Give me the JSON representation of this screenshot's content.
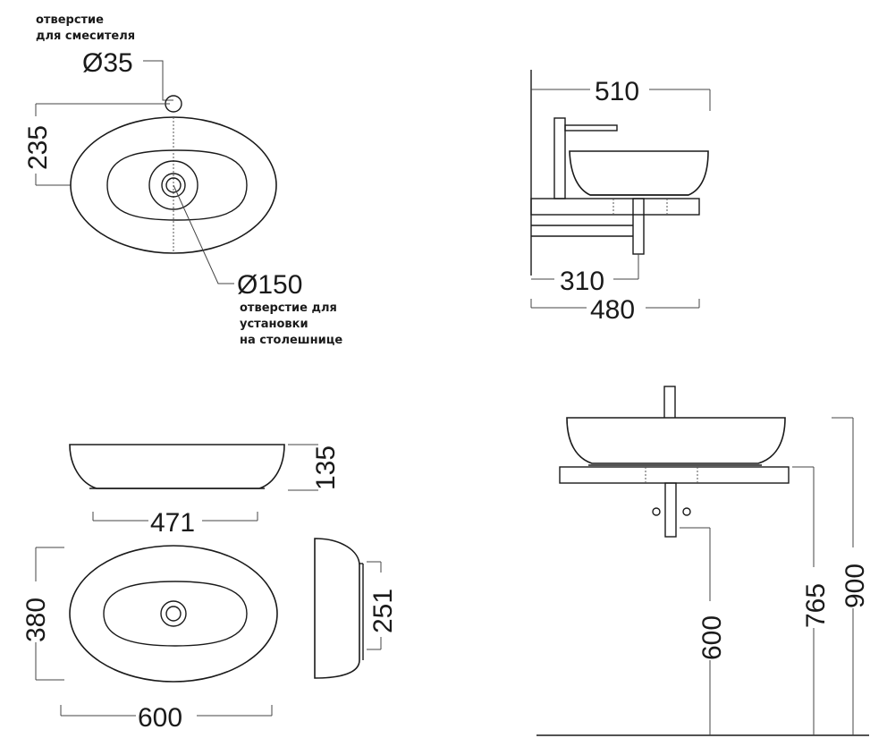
{
  "top_view": {
    "mixer_hole_note_line1": "отверстие",
    "mixer_hole_note_line2": "для смесителя",
    "mixer_hole_diameter": "Ø35",
    "depth_dim": "235",
    "mount_hole_diameter": "Ø150",
    "mount_hole_note_line1": "отверстие для",
    "mount_hole_note_line2": "установки",
    "mount_hole_note_line3": "на столешнице"
  },
  "side_view_right": {
    "projection_dim": "510",
    "inner_dim": "310",
    "countertop_dim": "480"
  },
  "front_view": {
    "height_dim": "135",
    "base_width_dim": "471"
  },
  "plan_view": {
    "depth_dim": "380",
    "width_dim": "600"
  },
  "end_view": {
    "inner_depth_dim": "251"
  },
  "installation_view": {
    "drain_height_dim": "600",
    "countertop_height_dim": "765",
    "rim_height_dim": "900"
  }
}
